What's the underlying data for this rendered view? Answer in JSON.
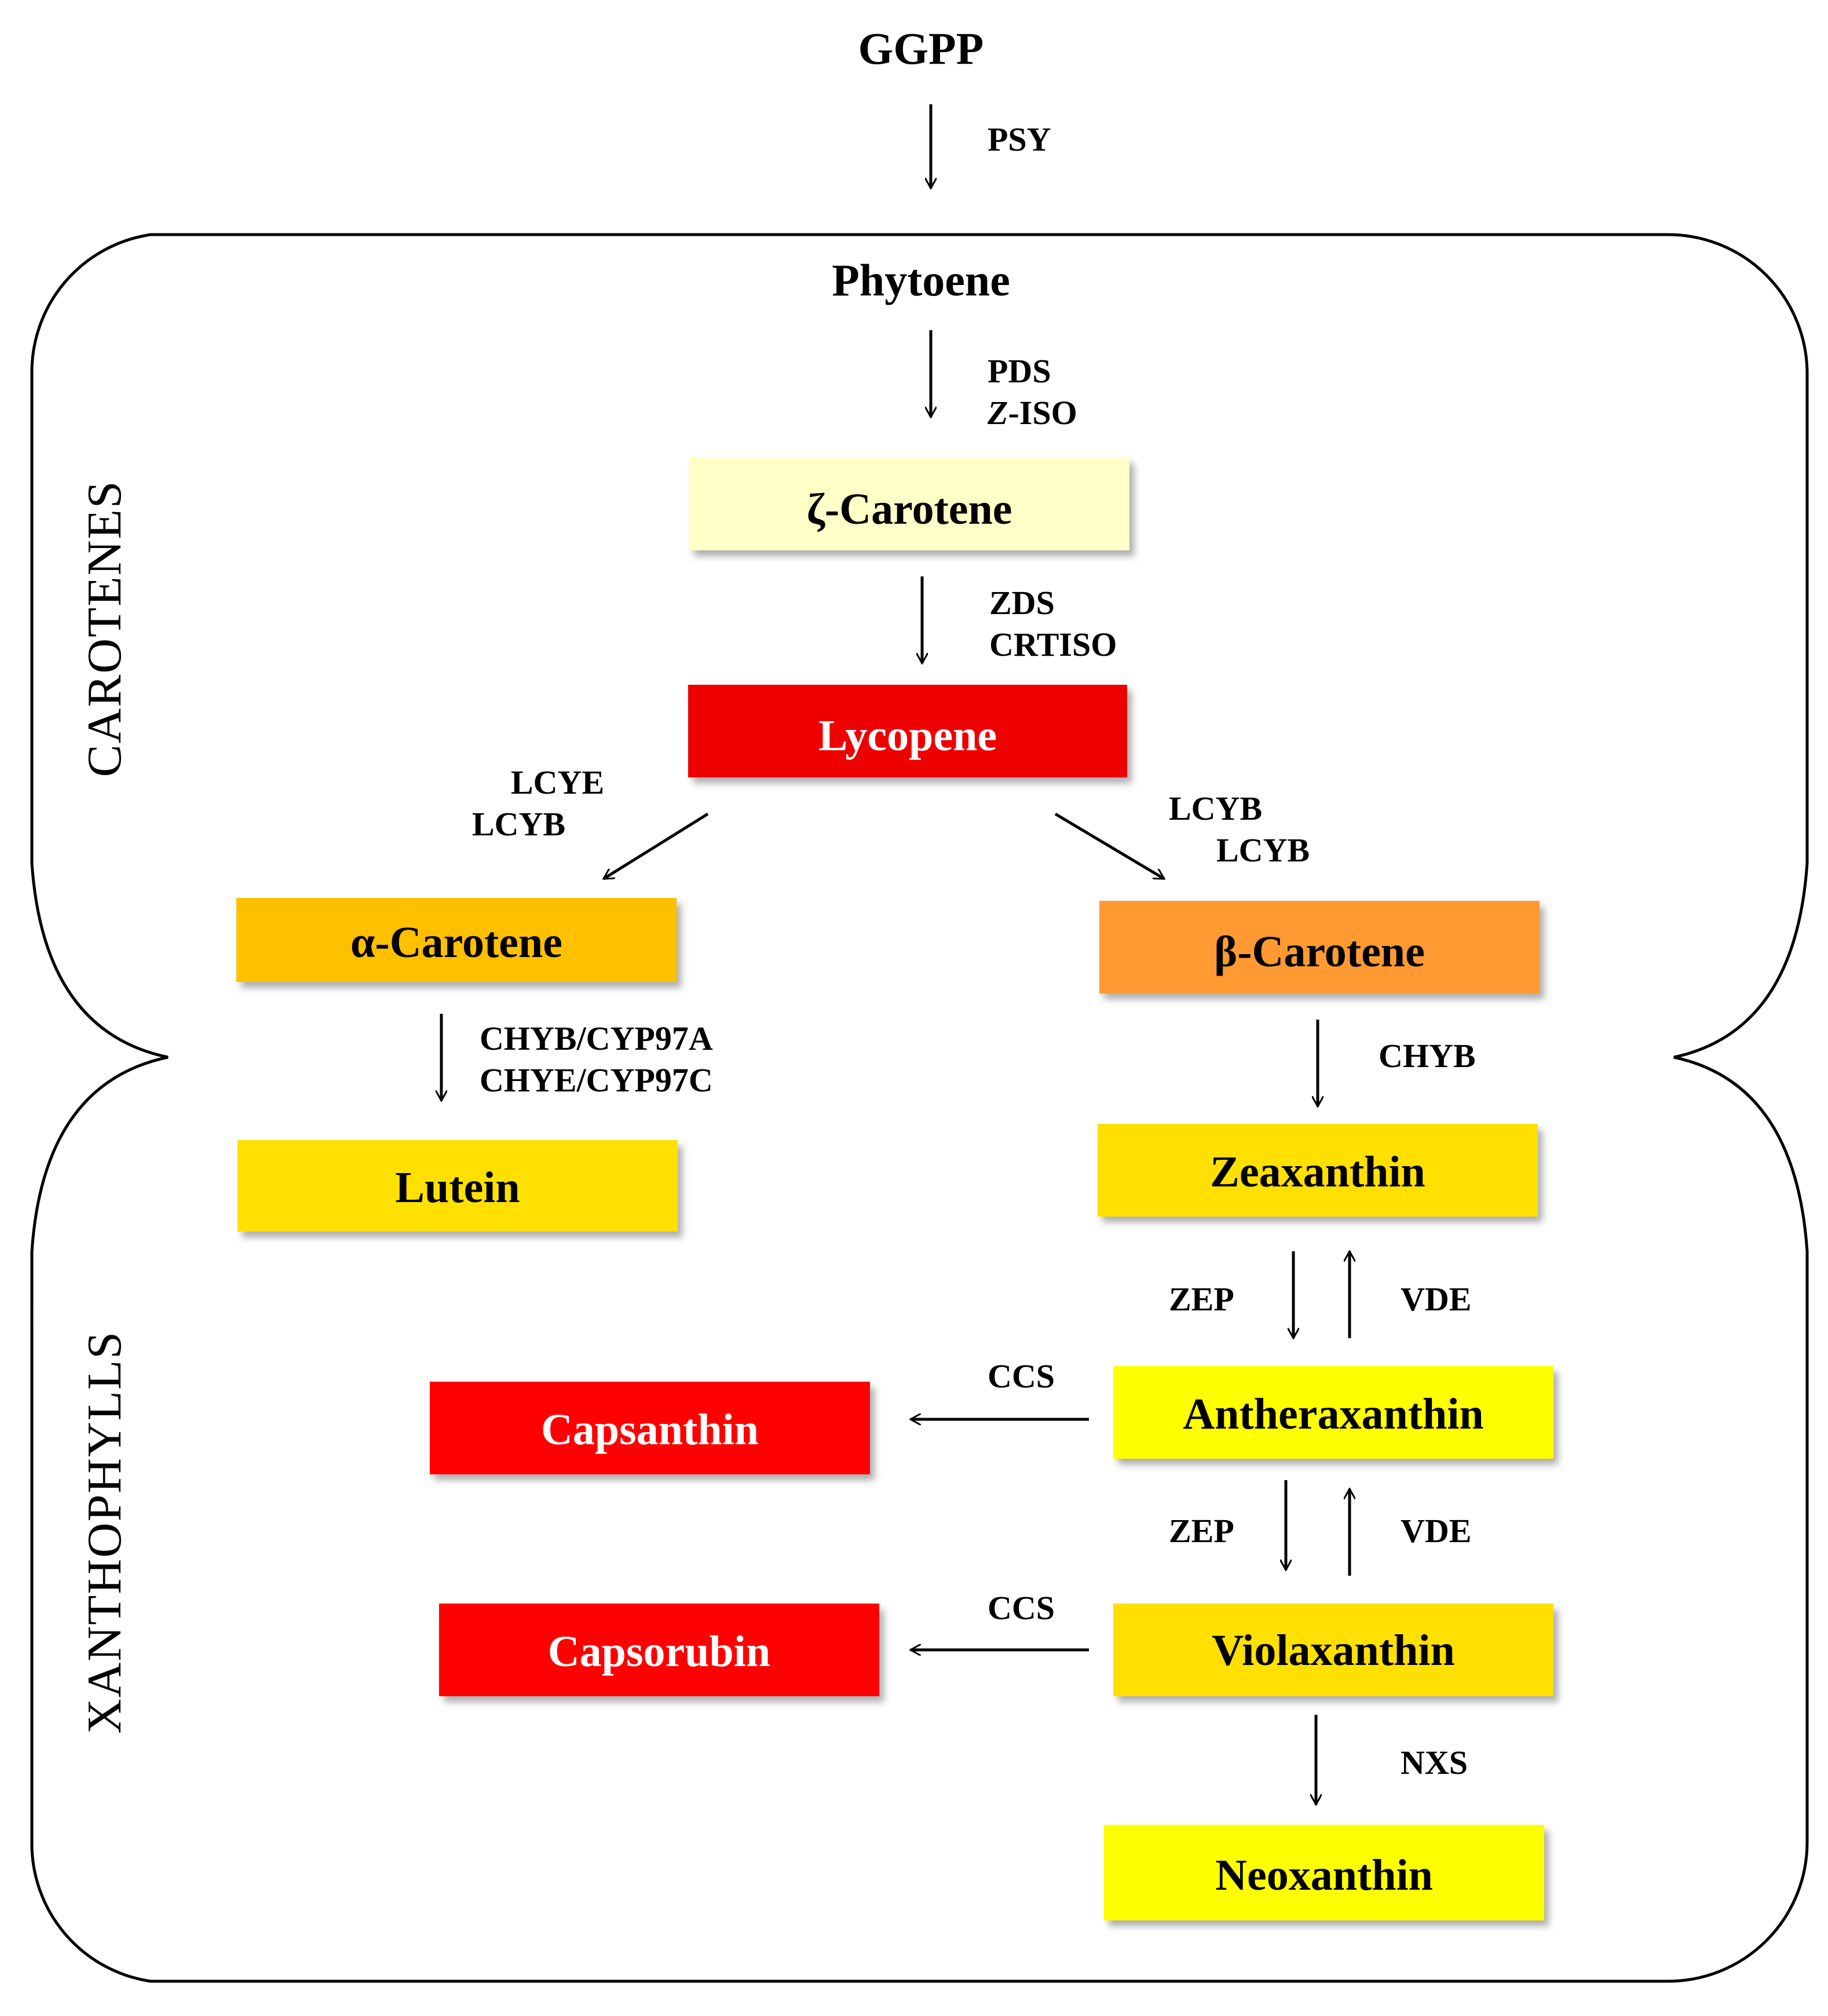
{
  "nodes": {
    "ggpp": {
      "label": "GGPP"
    },
    "phytoene": {
      "label": "Phytoene"
    },
    "zeta_carotene": {
      "label": "ζ-Carotene",
      "fill": "#ffffc8",
      "text_color": "#000000"
    },
    "lycopene": {
      "label": "Lycopene",
      "fill": "#ee0000",
      "text_color": "#ffffff"
    },
    "alpha_carotene": {
      "label": "α-Carotene",
      "fill": "#ffc000",
      "text_color": "#000000"
    },
    "beta_carotene": {
      "label": "β-Carotene",
      "fill": "#ff9a30",
      "text_color": "#000000"
    },
    "lutein": {
      "label": "Lutein",
      "fill": "#ffe000",
      "text_color": "#000000"
    },
    "zeaxanthin": {
      "label": "Zeaxanthin",
      "fill": "#ffe000",
      "text_color": "#000000"
    },
    "antheraxanthin": {
      "label": "Antheraxanthin",
      "fill": "#ffff00",
      "text_color": "#000000"
    },
    "violaxanthin": {
      "label": "Violaxanthin",
      "fill": "#ffe000",
      "text_color": "#000000"
    },
    "neoxanthin": {
      "label": "Neoxanthin",
      "fill": "#ffff00",
      "text_color": "#000000"
    },
    "capsanthin": {
      "label": "Capsanthin",
      "fill": "#ff0000",
      "text_color": "#ffffff"
    },
    "capsorubin": {
      "label": "Capsorubin",
      "fill": "#ff0000",
      "text_color": "#ffffff"
    }
  },
  "enzymes": {
    "psy": "PSY",
    "pds": "PDS",
    "z_iso_prefix": "Z",
    "z_iso_suffix": "-ISO",
    "zds": "ZDS",
    "crtiso": "CRTISO",
    "lcye_left": "LCYE",
    "lcyb_left": "LCYB",
    "lcyb_right_1": "LCYB",
    "lcyb_right_2": "LCYB",
    "chyb_cyp97a": "CHYB/CYP97A",
    "chye_cyp97c": "CHYE/CYP97C",
    "chyb": "CHYB",
    "zep_1": "ZEP",
    "vde_1": "VDE",
    "zep_2": "ZEP",
    "vde_2": "VDE",
    "ccs_1": "CCS",
    "ccs_2": "CCS",
    "nxs": "NXS"
  },
  "regions": {
    "carotenes": "CAROTENES",
    "xanthophylls": "XANTHOPHYLLS"
  },
  "colors": {
    "outline": "#000000",
    "box_shadow": "#b0b0b0"
  }
}
